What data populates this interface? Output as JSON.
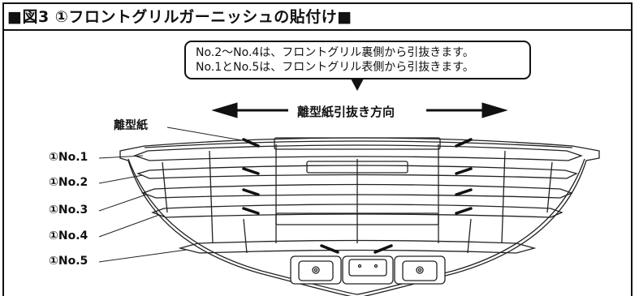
{
  "title": "■図3 ①フロントグリルガーニッシュの貼付け■",
  "callout": {
    "line1": "No.2～No.4は、フロントグリル裏側から引抜きます。",
    "line2": "No.1とNo.5は、フロントグリル表側から引抜きます。"
  },
  "direction_label": "離型紙引抜き方向",
  "release_paper_label": "離型紙",
  "parts": [
    {
      "label": "①No.1"
    },
    {
      "label": "①No.2"
    },
    {
      "label": "①No.3"
    },
    {
      "label": "①No.4"
    },
    {
      "label": "①No.5"
    }
  ]
}
